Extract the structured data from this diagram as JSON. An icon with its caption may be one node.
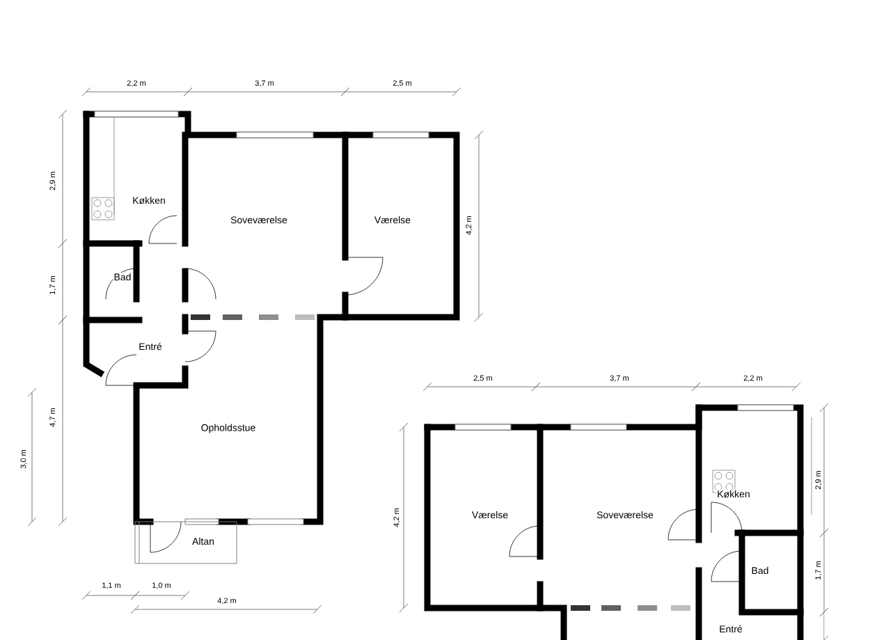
{
  "diagram": {
    "labels": [
      "2,2 m",
      "3,7 m",
      "2,5 m",
      "2,9 m",
      "Køkken",
      "Soveværelse",
      "Værelse",
      "4,2 m",
      "1,7 m",
      "Bad",
      "Entré",
      "4,7 m",
      "3,0 m",
      "Opholdsstue",
      "Altan",
      "1,1 m",
      "1,0 m",
      "4,2 m",
      "2,5 m",
      "3,7 m",
      "2,2 m",
      "2,9 m",
      "4,2 m",
      "Værelse",
      "Soveværelse",
      "Køkken",
      "Bad",
      "1,7 m",
      "Entré"
    ]
  }
}
